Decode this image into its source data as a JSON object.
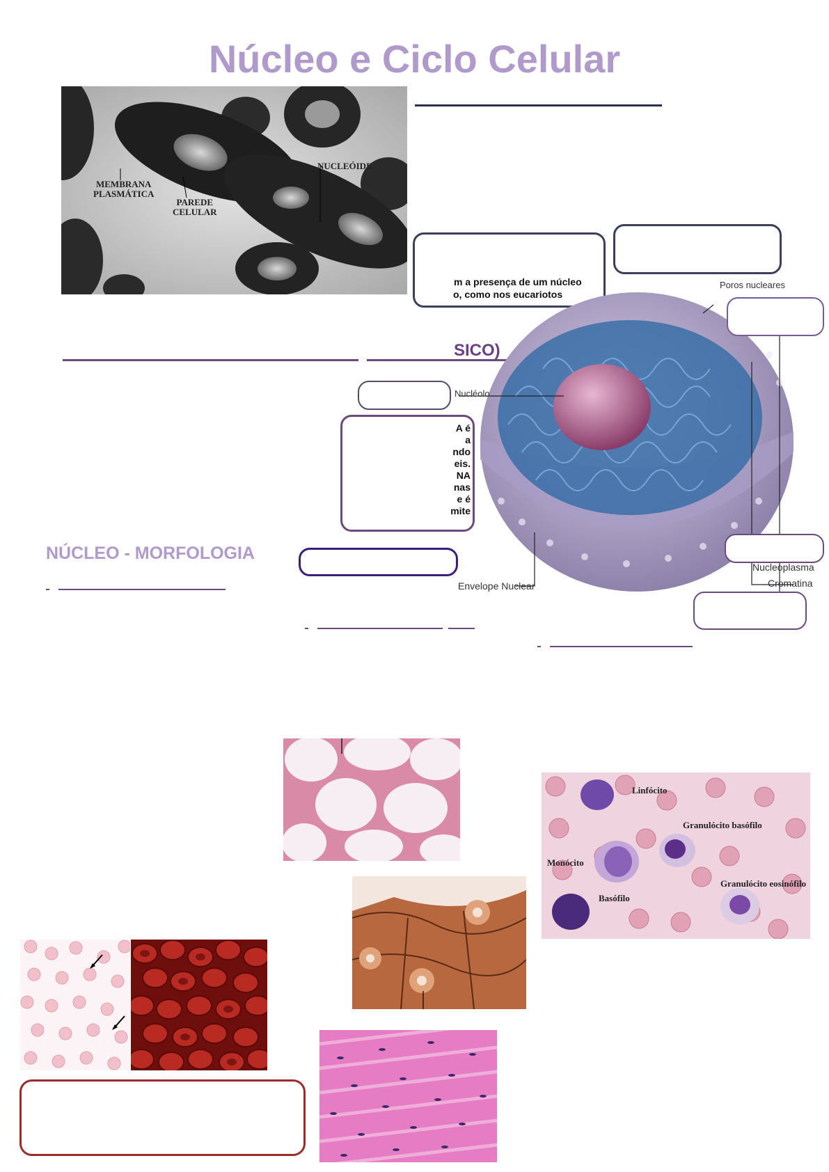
{
  "title": "Núcleo e Ciclo Celular",
  "bacteria_micrograph": {
    "labels": {
      "membrane": "MEMBRANA\nPLASMÁTICA",
      "wall": "PAREDE\nCELULAR",
      "nucleoid": "NUCLEÓIDE"
    }
  },
  "eukaryote_note": {
    "line1": "m a presença de um núcleo",
    "line2": "o, como nos eucariotos"
  },
  "section_heading_partial": "SICO)",
  "nucleus_diagram": {
    "labels": {
      "pores": "Poros nucleares",
      "nucleolus": "Nucléolo",
      "envelope": "Envelope Nuclear",
      "nucleoplasm": "Nucleoplasma",
      "chromatin": "Cromatina"
    }
  },
  "fragment_text": [
    "A é",
    "a",
    "ndo",
    "eis.",
    "NA",
    "nas",
    "e é",
    "mite"
  ],
  "morphology_heading": "NÚCLEO - MORFOLOGIA",
  "blood_smear": {
    "labels": {
      "lymphocyte": "Linfócito",
      "basophil_granulocyte": "Granulócito basófilo",
      "monocyte": "Monócito",
      "eosinophil_granulocyte": "Granulócito eosinófilo",
      "basophil": "Basófilo"
    }
  },
  "colors": {
    "title": "#b09acb",
    "heading": "#b09acb",
    "box_dark": "#3b3f5a",
    "box_purple": "#6b4a80",
    "box_indigo": "#3a1f7a",
    "box_red": "#9c2b2b"
  }
}
